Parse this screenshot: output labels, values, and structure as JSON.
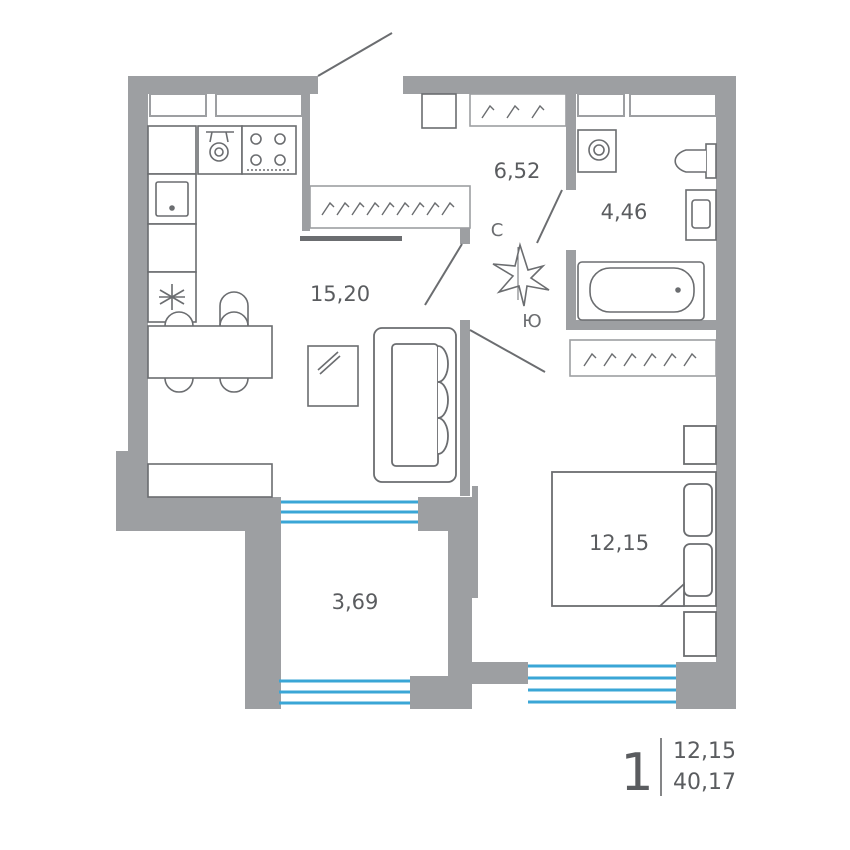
{
  "rooms": {
    "kitchen_living": "15,20",
    "hallway": "6,52",
    "bathroom": "4,46",
    "bedroom": "12,15",
    "balcony": "3,69"
  },
  "compass": {
    "north": "С",
    "south": "Ю"
  },
  "summary": {
    "rooms_count": "1",
    "living_area": "12,15",
    "total_area": "40,17"
  },
  "colors": {
    "wall": "#9d9fa2",
    "wall_dark": "#8f9194",
    "fixture": "#6b6d70",
    "window": "#3aa6d6"
  }
}
